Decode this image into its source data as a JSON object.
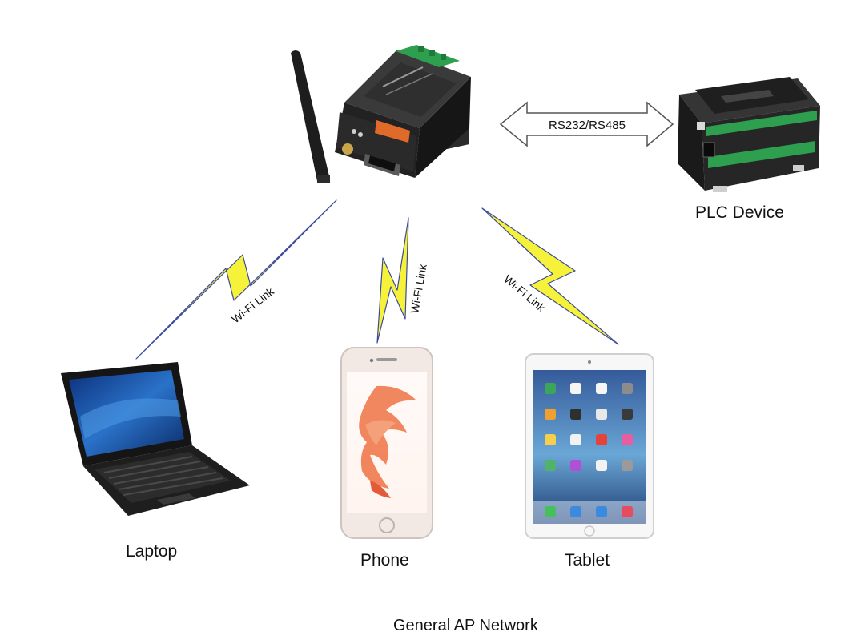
{
  "labels": {
    "plc": "PLC Device",
    "laptop": "Laptop",
    "phone": "Phone",
    "tablet": "Tablet",
    "caption": "General AP Network"
  },
  "links": {
    "serial": "RS232/RS485",
    "wifi_left": "Wi-Fi Link",
    "wifi_center": "Wi-Fi Link",
    "wifi_right": "Wi-Fi Link"
  },
  "colors": {
    "bolt_fill": "#f6f23a",
    "bolt_stroke": "#3b4a9c",
    "device_body": "#2a2a2a",
    "terminal_green": "#2e9e4f",
    "accent_orange": "#e06a2a"
  }
}
